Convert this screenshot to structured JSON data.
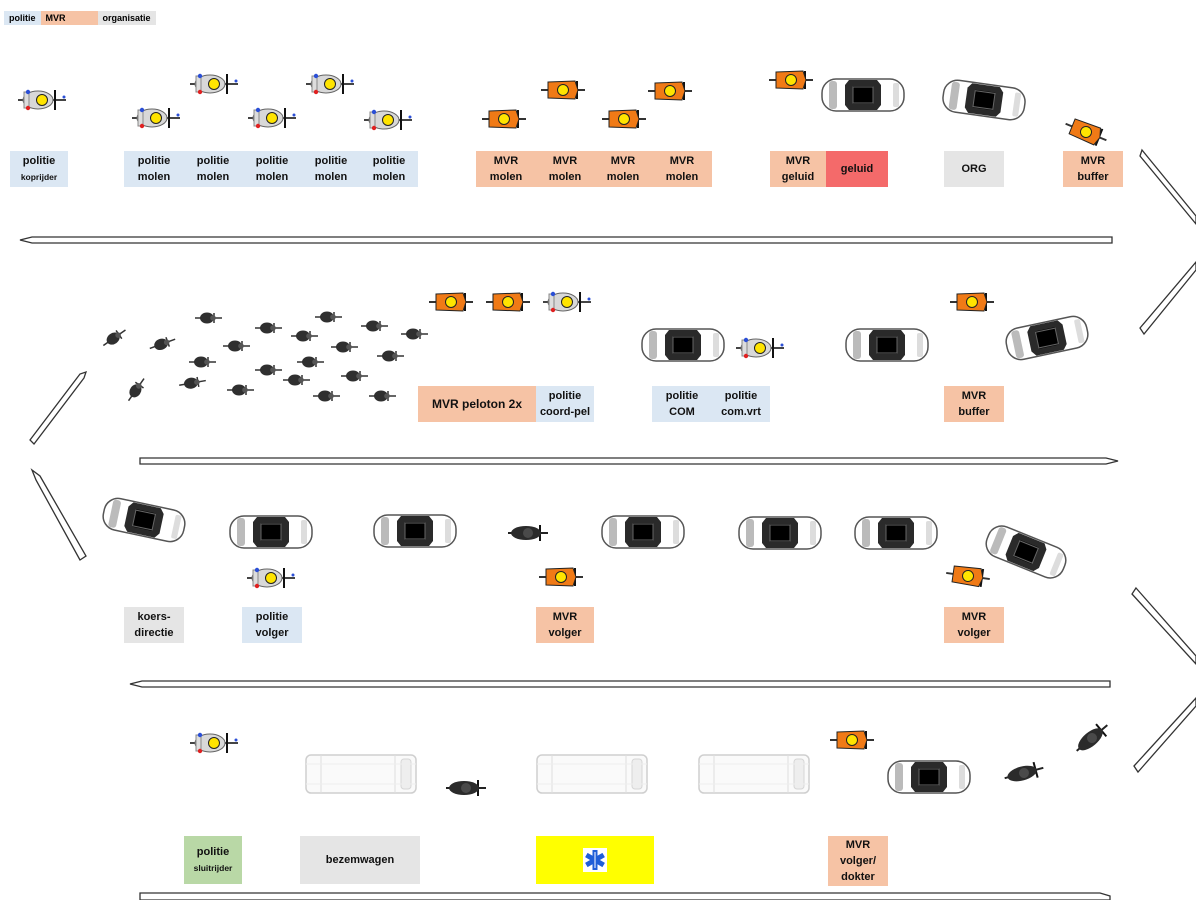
{
  "legend": {
    "politie": "politie",
    "mvr": "MVR",
    "organisatie": "organisatie"
  },
  "colors": {
    "politie": "#dbe7f3",
    "mvr": "#f6c3a5",
    "organisatie": "#e5e5e5",
    "geluid": "#f46a6a",
    "sluitrijder": "#b9d8a6",
    "ambulance": "#ffff00",
    "moto_orange": "#f07a16",
    "moto_police": "#3a67c8"
  },
  "rows": {
    "row1": {
      "politie_kopr": {
        "l1": "politie",
        "l2": "koprijder"
      },
      "politie_molen": [
        {
          "l1": "politie",
          "l2": "molen"
        },
        {
          "l1": "politie",
          "l2": "molen"
        },
        {
          "l1": "politie",
          "l2": "molen"
        },
        {
          "l1": "politie",
          "l2": "molen"
        },
        {
          "l1": "politie",
          "l2": "molen"
        }
      ],
      "mvr_molen": [
        {
          "l1": "MVR",
          "l2": "molen"
        },
        {
          "l1": "MVR",
          "l2": "molen"
        },
        {
          "l1": "MVR",
          "l2": "molen"
        },
        {
          "l1": "MVR",
          "l2": "molen"
        }
      ],
      "mvr_geluid": {
        "l1": "MVR",
        "l2": "geluid"
      },
      "geluid": "geluid",
      "org": "ORG",
      "mvr_buffer": {
        "l1": "MVR",
        "l2": "buffer"
      }
    },
    "row2": {
      "mvr_peloton": "MVR peloton 2x",
      "politie_coord": {
        "l1": "politie",
        "l2": "coord-pel"
      },
      "politie_com": {
        "l1": "politie",
        "l2": "COM"
      },
      "politie_comvrt": {
        "l1": "politie",
        "l2": "com.vrt"
      },
      "mvr_buffer": {
        "l1": "MVR",
        "l2": "buffer"
      }
    },
    "row3": {
      "koersdirectie": {
        "l1": "koers-",
        "l2": "directie"
      },
      "politie_volger": {
        "l1": "politie",
        "l2": "volger"
      },
      "mvr_volger_1": {
        "l1": "MVR",
        "l2": "volger"
      },
      "mvr_volger_2": {
        "l1": "MVR",
        "l2": "volger"
      }
    },
    "row4": {
      "politie_sluit": {
        "l1": "politie",
        "l2": "sluitrijder"
      },
      "bezemwagen": "bezemwagen",
      "mvr_volger_dokter": {
        "l1": "MVR",
        "l2": "volger/",
        "l3": "dokter"
      }
    }
  }
}
